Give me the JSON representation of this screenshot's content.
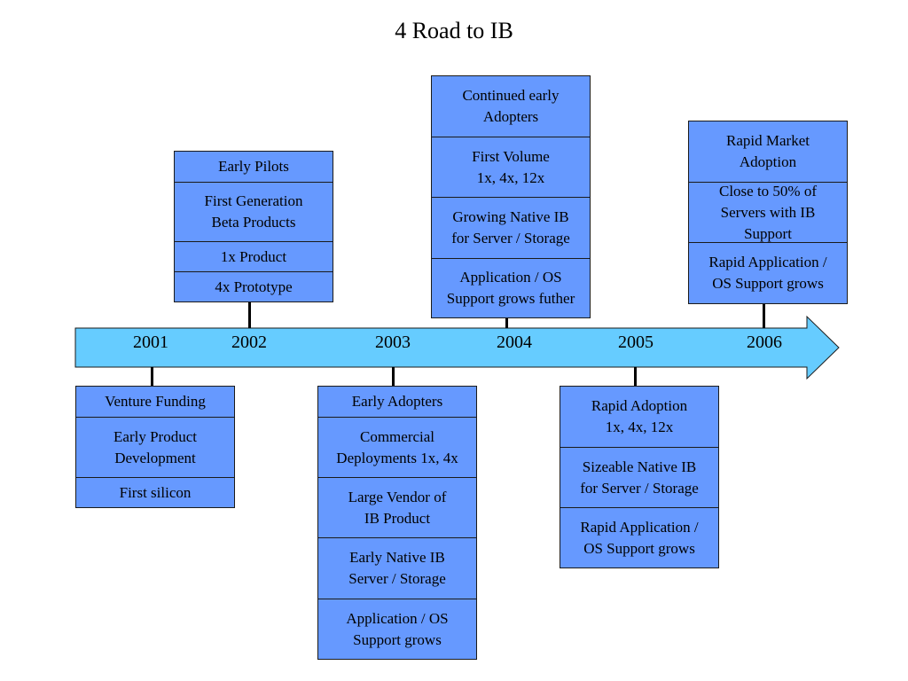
{
  "title": "4 Road to IB",
  "timeline": {
    "years": [
      "2001",
      "2002",
      "2003",
      "2004",
      "2005",
      "2006"
    ],
    "arrow_fill": "#66ccff",
    "arrow_stroke": "#1a1a1a"
  },
  "box_fill": "#6699ff",
  "milestones": {
    "y2001": [
      "Venture Funding",
      "Early Product\nDevelopment",
      "First silicon"
    ],
    "y2002": [
      "Early Pilots",
      "First Generation\nBeta Products",
      "1x Product",
      "4x Prototype"
    ],
    "y2003": [
      "Early Adopters",
      "Commercial\nDeployments 1x, 4x",
      "Large Vendor of\nIB Product",
      "Early Native IB\nServer / Storage",
      "Application / OS\nSupport grows"
    ],
    "y2004": [
      "Continued early\nAdopters",
      "First Volume\n1x, 4x, 12x",
      "Growing Native IB\nfor Server / Storage",
      "Application / OS\nSupport grows futher"
    ],
    "y2005": [
      "Rapid Adoption\n1x, 4x, 12x",
      "Sizeable Native IB\nfor Server / Storage",
      "Rapid Application /\nOS Support grows"
    ],
    "y2006": [
      "Rapid Market\nAdoption",
      "Close to 50% of\nServers with IB\nSupport",
      "Rapid Application /\nOS Support grows"
    ]
  }
}
